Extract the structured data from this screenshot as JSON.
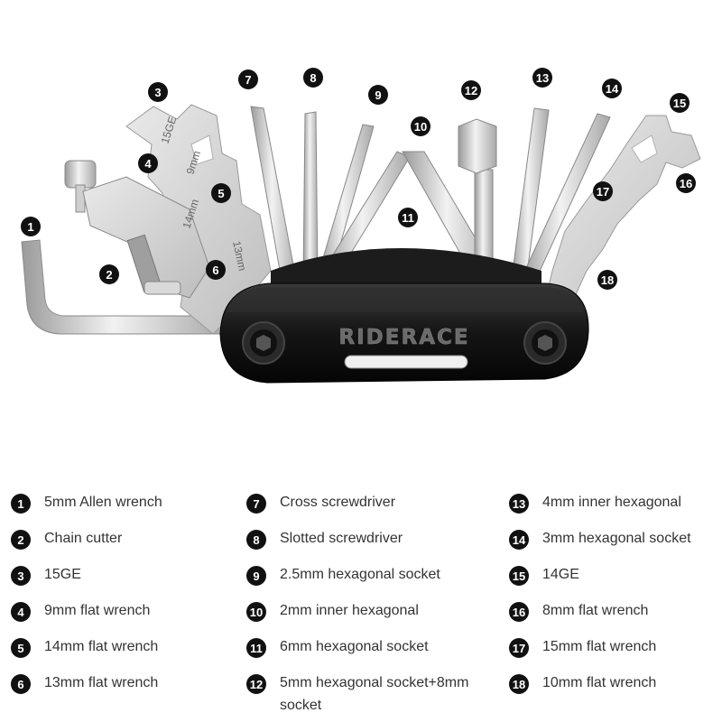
{
  "brand": "RIDERACE",
  "engravings": {
    "e15ge": "15GE",
    "e9mm": "9mm",
    "e14mm": "14mm",
    "e13mm": "13mm"
  },
  "markers": [
    "1",
    "2",
    "3",
    "4",
    "5",
    "6",
    "7",
    "8",
    "9",
    "10",
    "11",
    "12",
    "13",
    "14",
    "15",
    "16",
    "17",
    "18"
  ],
  "legend": [
    {
      "num": "1",
      "label": "5mm Allen wrench"
    },
    {
      "num": "2",
      "label": "Chain cutter"
    },
    {
      "num": "3",
      "label": "15GE"
    },
    {
      "num": "4",
      "label": "9mm flat wrench"
    },
    {
      "num": "5",
      "label": "14mm flat wrench"
    },
    {
      "num": "6",
      "label": "13mm flat wrench"
    },
    {
      "num": "7",
      "label": "Cross screwdriver"
    },
    {
      "num": "8",
      "label": "Slotted screwdriver"
    },
    {
      "num": "9",
      "label": "2.5mm hexagonal socket"
    },
    {
      "num": "10",
      "label": "2mm inner hexagonal"
    },
    {
      "num": "11",
      "label": "6mm hexagonal socket"
    },
    {
      "num": "12",
      "label": "5mm hexagonal socket+8mm socket"
    },
    {
      "num": "13",
      "label": "4mm inner hexagonal"
    },
    {
      "num": "14",
      "label": "3mm hexagonal socket"
    },
    {
      "num": "15",
      "label": "14GE"
    },
    {
      "num": "16",
      "label": "8mm flat wrench"
    },
    {
      "num": "17",
      "label": "15mm flat wrench"
    },
    {
      "num": "18",
      "label": "10mm flat wrench"
    }
  ]
}
